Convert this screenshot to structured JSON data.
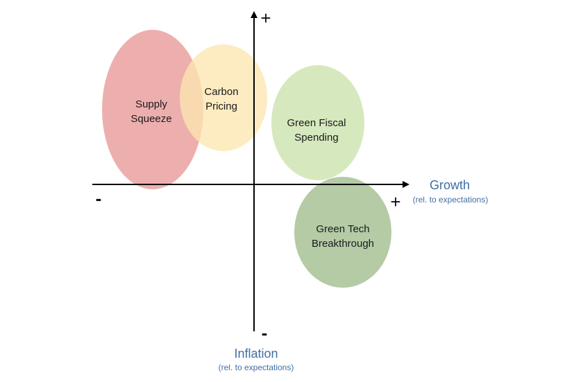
{
  "axes": {
    "x_title": "Growth",
    "x_subtitle": "(rel. to expectations)",
    "x_plus": "+",
    "x_minus": "-",
    "y_title": "Inflation",
    "y_subtitle": "(rel. to expectations)",
    "y_plus": "+",
    "y_minus": "-"
  },
  "scenarios": [
    {
      "line1": "Supply",
      "line2": "Squeeze",
      "color": "#e6908f"
    },
    {
      "line1": "Carbon",
      "line2": "Pricing",
      "color": "#fde5b0"
    },
    {
      "line1": "Green Fiscal",
      "line2": "Spending",
      "color": "#d6e8bd"
    },
    {
      "line1": "Green Tech",
      "line2": "Breakthrough",
      "color": "#b4cba6"
    }
  ]
}
